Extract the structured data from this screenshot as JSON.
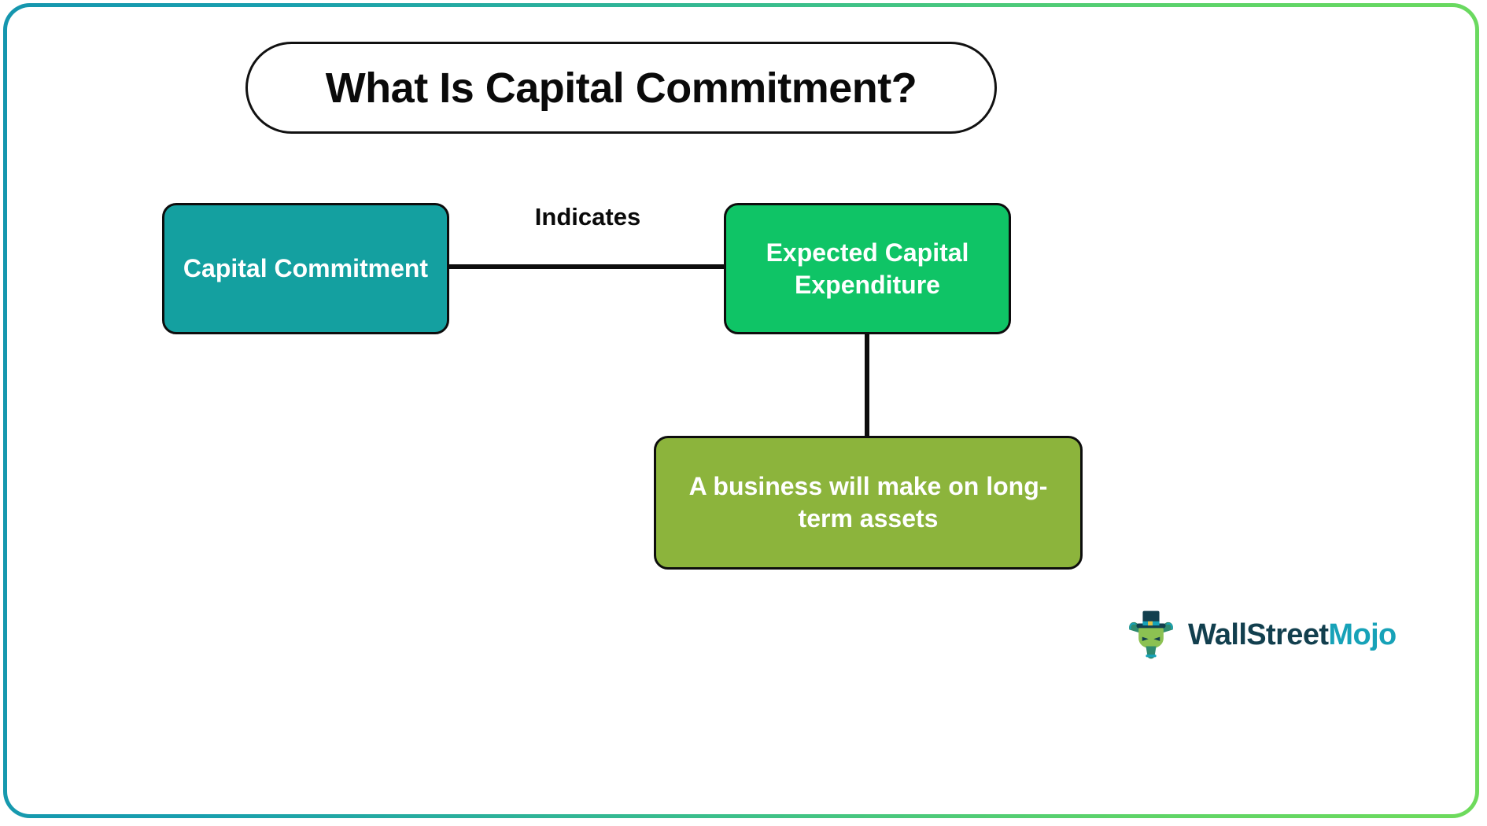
{
  "page": {
    "background": "#ffffff",
    "border_gradient_from": "#1596ae",
    "border_gradient_to": "#6edb5c"
  },
  "title": {
    "text": "What Is Capital Commitment?"
  },
  "diagram": {
    "type": "flow",
    "nodes": [
      {
        "id": "capital-commitment",
        "label": "Capital Commitment",
        "color": "#14a0a0",
        "text_color": "#ffffff"
      },
      {
        "id": "expected-capital-expenditure",
        "label": "Expected Capital Expenditure",
        "color": "#0fc466",
        "text_color": "#ffffff"
      },
      {
        "id": "long-term-assets",
        "label": "A business will make on long-term assets",
        "color": "#8cb43c",
        "text_color": "#ffffff"
      }
    ],
    "edges": [
      {
        "from": "capital-commitment",
        "to": "expected-capital-expenditure",
        "label": "Indicates",
        "orientation": "horizontal"
      },
      {
        "from": "expected-capital-expenditure",
        "to": "long-term-assets",
        "label": "",
        "orientation": "vertical"
      }
    ]
  },
  "logo": {
    "name": "wallstreetmojo-logo",
    "word_primary": "WallStreet",
    "word_accent": "Mojo",
    "primary_color": "#123f4e",
    "accent_color": "#17a2b8",
    "mark": "bull-with-top-hat-icon"
  }
}
